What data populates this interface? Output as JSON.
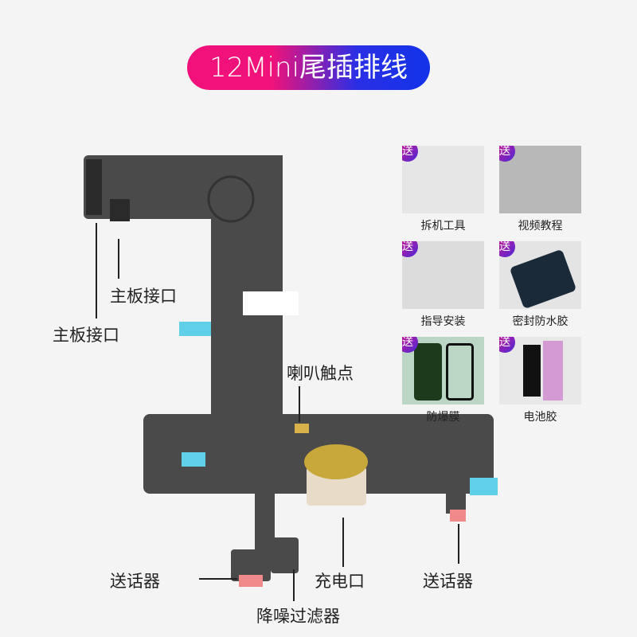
{
  "title": "12Mini尾插排线",
  "gift_badge": "送",
  "gifts": [
    {
      "label": "拆机工具"
    },
    {
      "label": "视频教程"
    },
    {
      "label": "指导安装"
    },
    {
      "label": "密封防水胶"
    },
    {
      "label": "防爆膜"
    },
    {
      "label": "电池胶"
    }
  ],
  "callouts": {
    "board_connector_1": "主板接口",
    "board_connector_2": "主板接口",
    "speaker_contacts": "喇叭触点",
    "mic_left": "送话器",
    "charging_port": "充电口",
    "mic_right": "送话器",
    "noise_filter": "降噪过滤器"
  },
  "colors": {
    "accent_pink": "#f0127a",
    "accent_blue": "#1233e8",
    "cable": "#4a4a4a"
  }
}
